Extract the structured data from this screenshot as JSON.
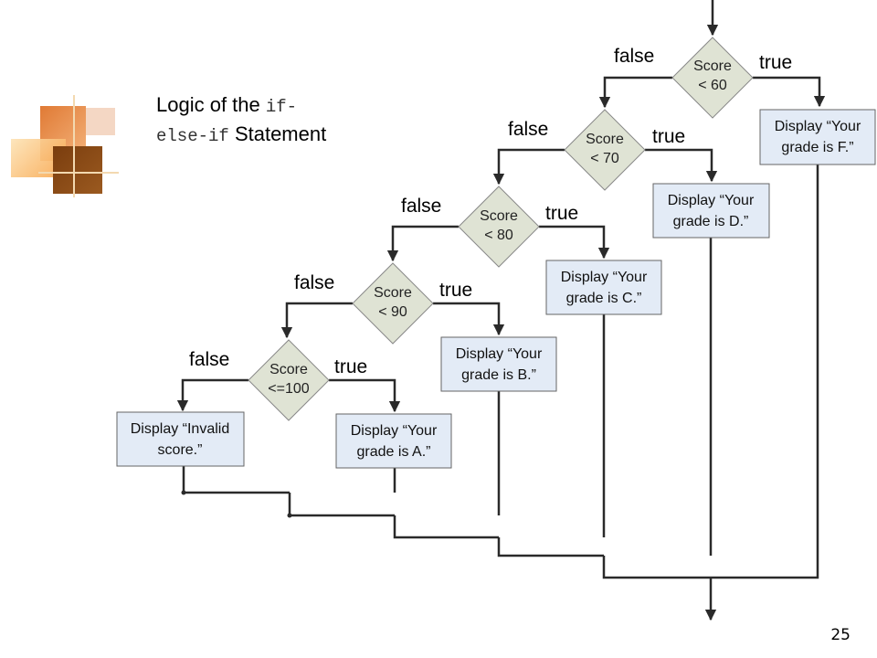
{
  "title": {
    "text_before": "Logic of the ",
    "code_part1": "if-",
    "code_part2": "else-if",
    "text_after": " Statement"
  },
  "page_number": "25",
  "decisions": [
    {
      "line1": "Score",
      "line2": "< 60"
    },
    {
      "line1": "Score",
      "line2": "< 70"
    },
    {
      "line1": "Score",
      "line2": "< 80"
    },
    {
      "line1": "Score",
      "line2": "< 90"
    },
    {
      "line1": "Score",
      "line2": "<=100"
    }
  ],
  "boxes": [
    {
      "line1": "Display “Your",
      "line2": "grade is F.”"
    },
    {
      "line1": "Display “Your",
      "line2": "grade is D.”"
    },
    {
      "line1": "Display “Your",
      "line2": "grade is C.”"
    },
    {
      "line1": "Display “Your",
      "line2": "grade is B.”"
    },
    {
      "line1": "Display “Your",
      "line2": "grade is A.”"
    },
    {
      "line1": "Display “Invalid",
      "line2": "score.”"
    }
  ],
  "branch_labels": {
    "true": "true",
    "false": "false"
  },
  "colors": {
    "decision_fill": "#dfe3d4",
    "box_fill": "#e3ebf6",
    "deco_orange": "#e07a35",
    "deco_brown": "#7a3d0e"
  }
}
